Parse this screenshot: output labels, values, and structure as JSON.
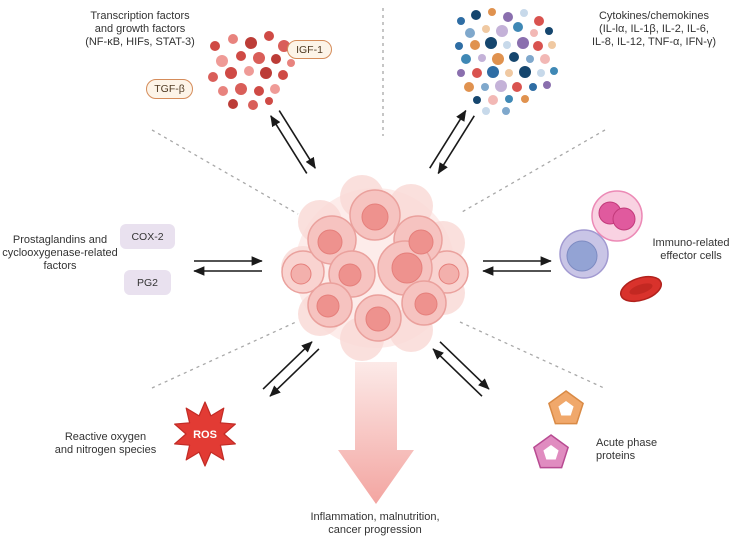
{
  "groups": {
    "transcription": {
      "label_lines": [
        "Transcription factors",
        "and growth factors",
        "(NF-κB, HIFs, STAT-3)"
      ],
      "tgf_label": "TGF-β",
      "igf_label": "IGF-1"
    },
    "cytokines": {
      "label_lines": [
        "Cytokines/chemokines",
        "(IL-lα, IL-1β, IL-2, IL-6,",
        "IL-8, IL-12, TNF-α, IFN-γ)"
      ]
    },
    "prostaglandins": {
      "label_lines": [
        "Prostaglandins and",
        "cyclooxygenase-related",
        "factors"
      ],
      "cox2_label": "COX-2",
      "pg2_label": "PG2"
    },
    "immune": {
      "label_lines": [
        "Immuno-related",
        "effector cells"
      ]
    },
    "ros": {
      "label_lines": [
        "Reactive oxygen",
        "and nitrogen species"
      ],
      "badge": "ROS"
    },
    "acute": {
      "label_lines": [
        "Acute phase",
        "proteins"
      ]
    },
    "outcome": {
      "label_lines": [
        "Inflammation, malnutrition,",
        "cancer progression"
      ]
    }
  },
  "colors": {
    "growth_factor_box_border": "#d58c5a",
    "growth_factor_box_bg": "#fdf4e8",
    "prostaglandin_box_bg": "#e9e1ef",
    "ros_star": "#e23b34",
    "ros_star_stroke": "#c22b25",
    "arrow": "#1a1a1a",
    "dashed_line": "#a8a8a8",
    "tumor_cell": "#f6c3c0",
    "tumor_nucleus": "#ee928e",
    "big_arrow_start": "#fceae8",
    "big_arrow_end": "#f3a5a1"
  }
}
